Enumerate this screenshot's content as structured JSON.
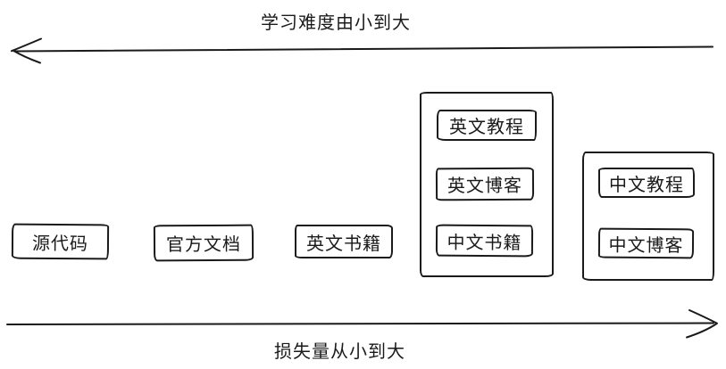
{
  "diagram": {
    "top_axis": {
      "label": "学习难度由小到大",
      "direction": "left"
    },
    "bottom_axis": {
      "label": "损失量从小到大",
      "direction": "right"
    },
    "standalone_boxes": [
      {
        "label": "源代码"
      },
      {
        "label": "官方文档"
      },
      {
        "label": "英文书籍"
      }
    ],
    "group1": {
      "items": [
        {
          "label": "英文教程"
        },
        {
          "label": "英文博客"
        },
        {
          "label": "中文书籍"
        }
      ]
    },
    "group2": {
      "items": [
        {
          "label": "中文教程"
        },
        {
          "label": "中文博客"
        }
      ]
    }
  },
  "colors": {
    "stroke": "#1a1a1a",
    "background": "#ffffff"
  }
}
